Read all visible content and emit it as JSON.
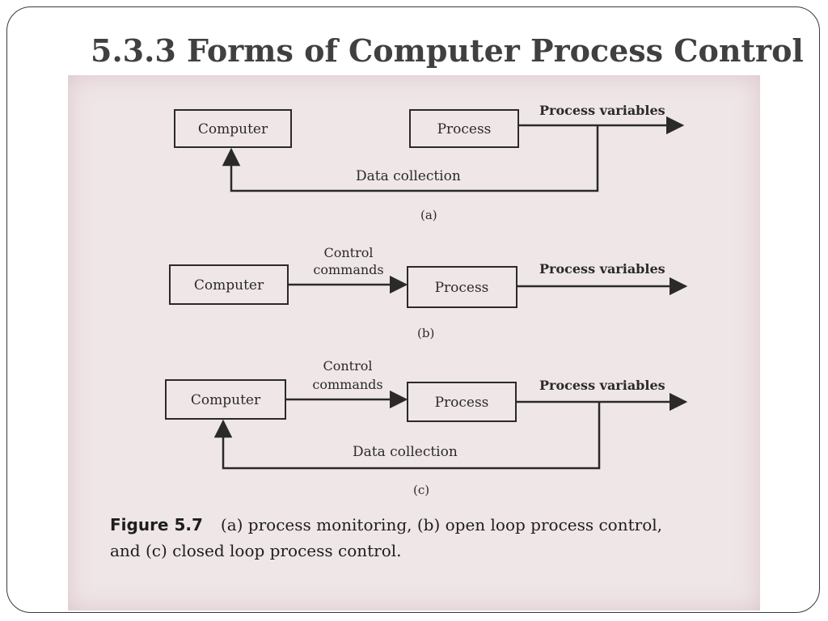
{
  "slide": {
    "title": "5.3.3 Forms of Computer Process Control"
  },
  "figure": {
    "panel_a": {
      "computer": "Computer",
      "process": "Process",
      "output_label": "Process variables",
      "feedback_label": "Data collection",
      "tag": "(a)"
    },
    "panel_b": {
      "computer": "Computer",
      "process": "Process",
      "command_label_1": "Control",
      "command_label_2": "commands",
      "output_label": "Process variables",
      "tag": "(b)"
    },
    "panel_c": {
      "computer": "Computer",
      "process": "Process",
      "command_label_1": "Control",
      "command_label_2": "commands",
      "output_label": "Process variables",
      "feedback_label": "Data collection",
      "tag": "(c)"
    },
    "caption": {
      "number": "Figure 5.7",
      "line1": "(a) process monitoring, (b) open loop process control,",
      "line2": "and (c) closed loop process control."
    }
  }
}
